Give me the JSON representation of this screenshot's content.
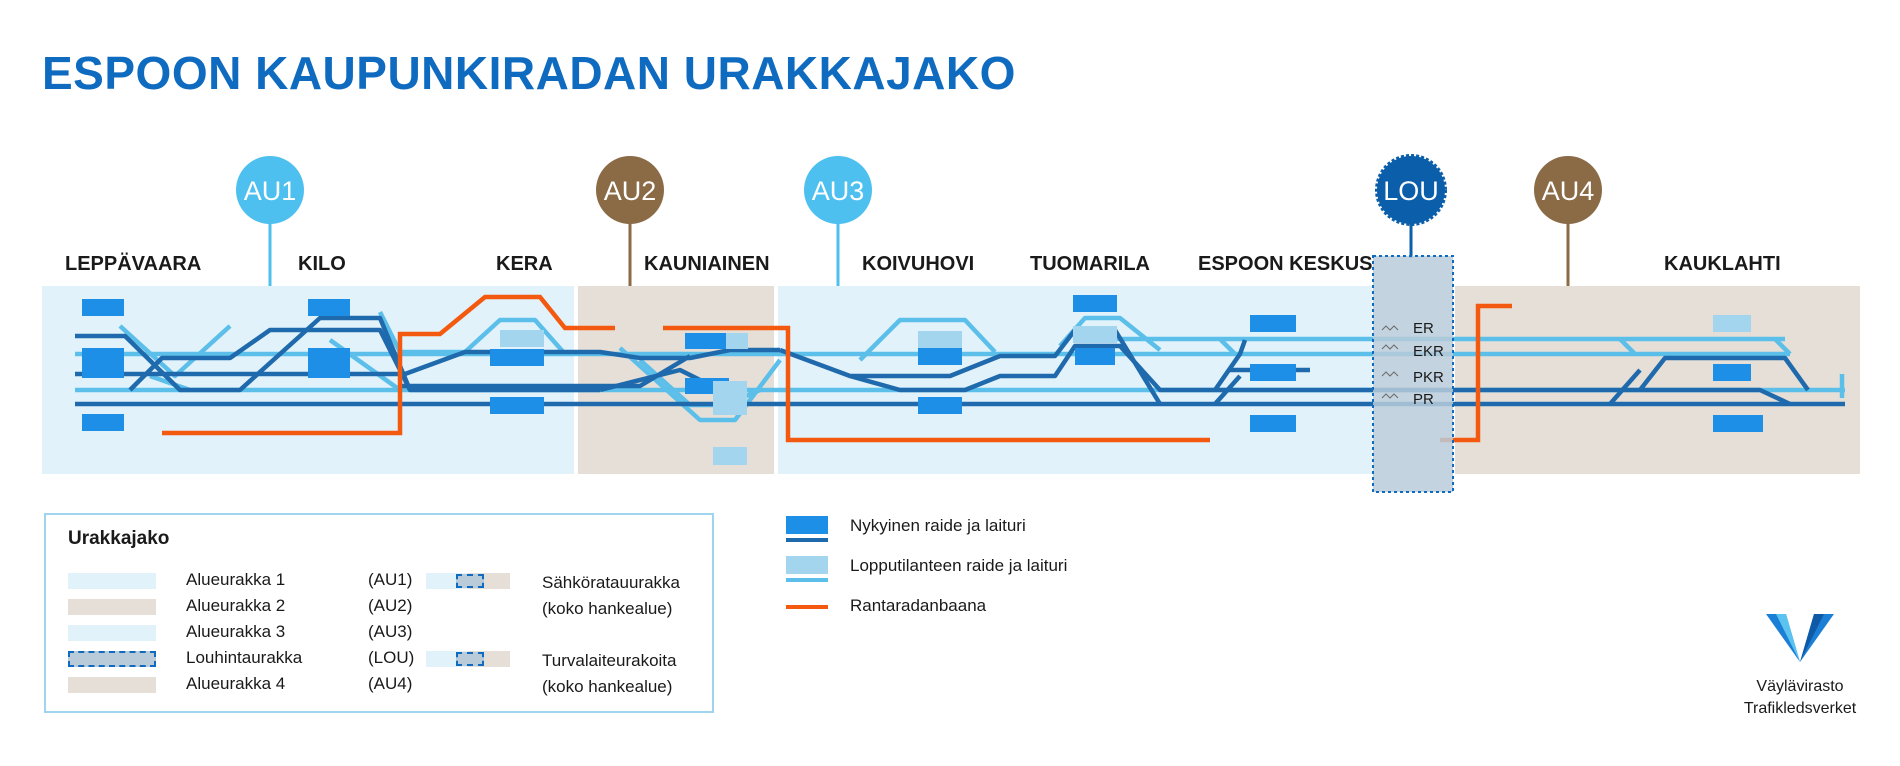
{
  "title": "ESPOON KAUPUNKIRADAN URAKKAJAKO",
  "colors": {
    "title": "#0e6bbf",
    "au1_area": "#e1f2fb",
    "au2_area": "#e6dfd7",
    "lou_area": "#b9cbd9",
    "badge_light": "#4dc0ef",
    "badge_brown": "#8b6a46",
    "badge_dark": "#0b5eaa",
    "track_current": "#1f6aad",
    "track_final": "#5bbfea",
    "platform_current": "#1e8fe6",
    "platform_final": "#a3d5ef",
    "rantarata": "#f35a10"
  },
  "badges": [
    {
      "label": "AU1",
      "style": "light"
    },
    {
      "label": "AU2",
      "style": "brown"
    },
    {
      "label": "AU3",
      "style": "light"
    },
    {
      "label": "LOU",
      "style": "dark"
    },
    {
      "label": "AU4",
      "style": "brown"
    }
  ],
  "stations": [
    "LEPPÄVAARA",
    "KILO",
    "KERA",
    "KAUNIAINEN",
    "KOIVUHOVI",
    "TUOMARILA",
    "ESPOON KESKUS",
    "KAUKLAHTI"
  ],
  "track_labels": [
    "ER",
    "EKR",
    "PKR",
    "PR"
  ],
  "legend": {
    "title": "Urakkajako",
    "rows": [
      {
        "label": "Alueurakka 1",
        "code": "(AU1)"
      },
      {
        "label": "Alueurakka 2",
        "code": "(AU2)"
      },
      {
        "label": "Alueurakka 3",
        "code": "(AU3)"
      },
      {
        "label": "Louhintaurakka",
        "code": "(LOU)"
      },
      {
        "label": "Alueurakka 4",
        "code": "(AU4)"
      }
    ],
    "special": [
      {
        "line1": "Sähköratauurakka",
        "line2": "(koko hankealue)"
      },
      {
        "line1": "Turvalaiteurakoita",
        "line2": "(koko hankealue)"
      }
    ]
  },
  "key": [
    {
      "label": "Nykyinen raide ja laituri"
    },
    {
      "label": "Lopputilanteen raide ja laituri"
    },
    {
      "label": "Rantaradanbaana"
    }
  ],
  "logo": {
    "line1": "Väylävirasto",
    "line2": "Trafikledsverket"
  }
}
